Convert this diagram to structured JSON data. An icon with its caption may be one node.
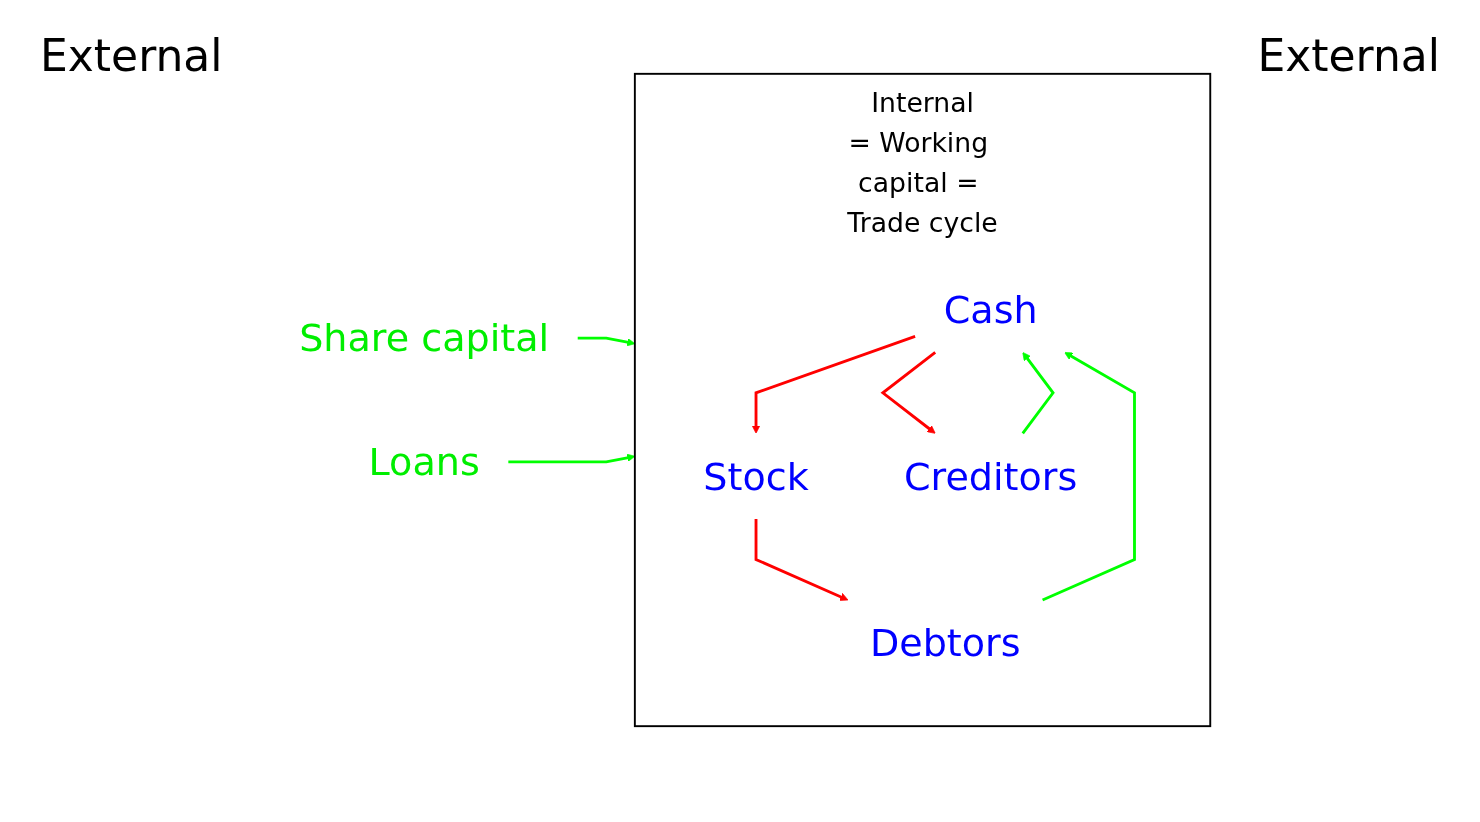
{
  "diagram": {
    "nodes": [
      {
        "text": [
          "Internal",
          "= Working capital = Trade cycle"
        ]
      },
      {
        "text": [
          "Share capital"
        ]
      },
      {
        "text": [
          "Loans"
        ]
      },
      {
        "text": [
          "Cash"
        ],
        "in": 0
      },
      {
        "text": [
          "Stock"
        ],
        "in": 0
      },
      {
        "text": [
          "Debtors"
        ],
        "in": 0
      },
      {
        "text": [
          "Creditors"
        ],
        "in": 0
      }
    ],
    "edges": [
      {
        "from": 1,
        "to": 0,
        "arrow": "to",
        "color": "#00ff00"
      },
      {
        "from": 2,
        "to": 0,
        "arrow": "to",
        "color": "#00ff00"
      },
      {
        "from": 3,
        "to": 4,
        "arrow": "to",
        "color": "#ff0000"
      },
      {
        "from": 4,
        "to": 5,
        "arrow": "to",
        "color": "#ff0000"
      },
      {
        "from": 3,
        "to": 6,
        "arrow": "to",
        "color": "#ff0000"
      },
      {
        "from": 5,
        "to": 3,
        "arrow": "to",
        "color": "#00ff00"
      },
      {
        "from": 6,
        "to": 3,
        "arrow": "to",
        "color": "#00ff00"
      }
    ],
    "labels": [
      "External",
      "External"
    ]
  }
}
